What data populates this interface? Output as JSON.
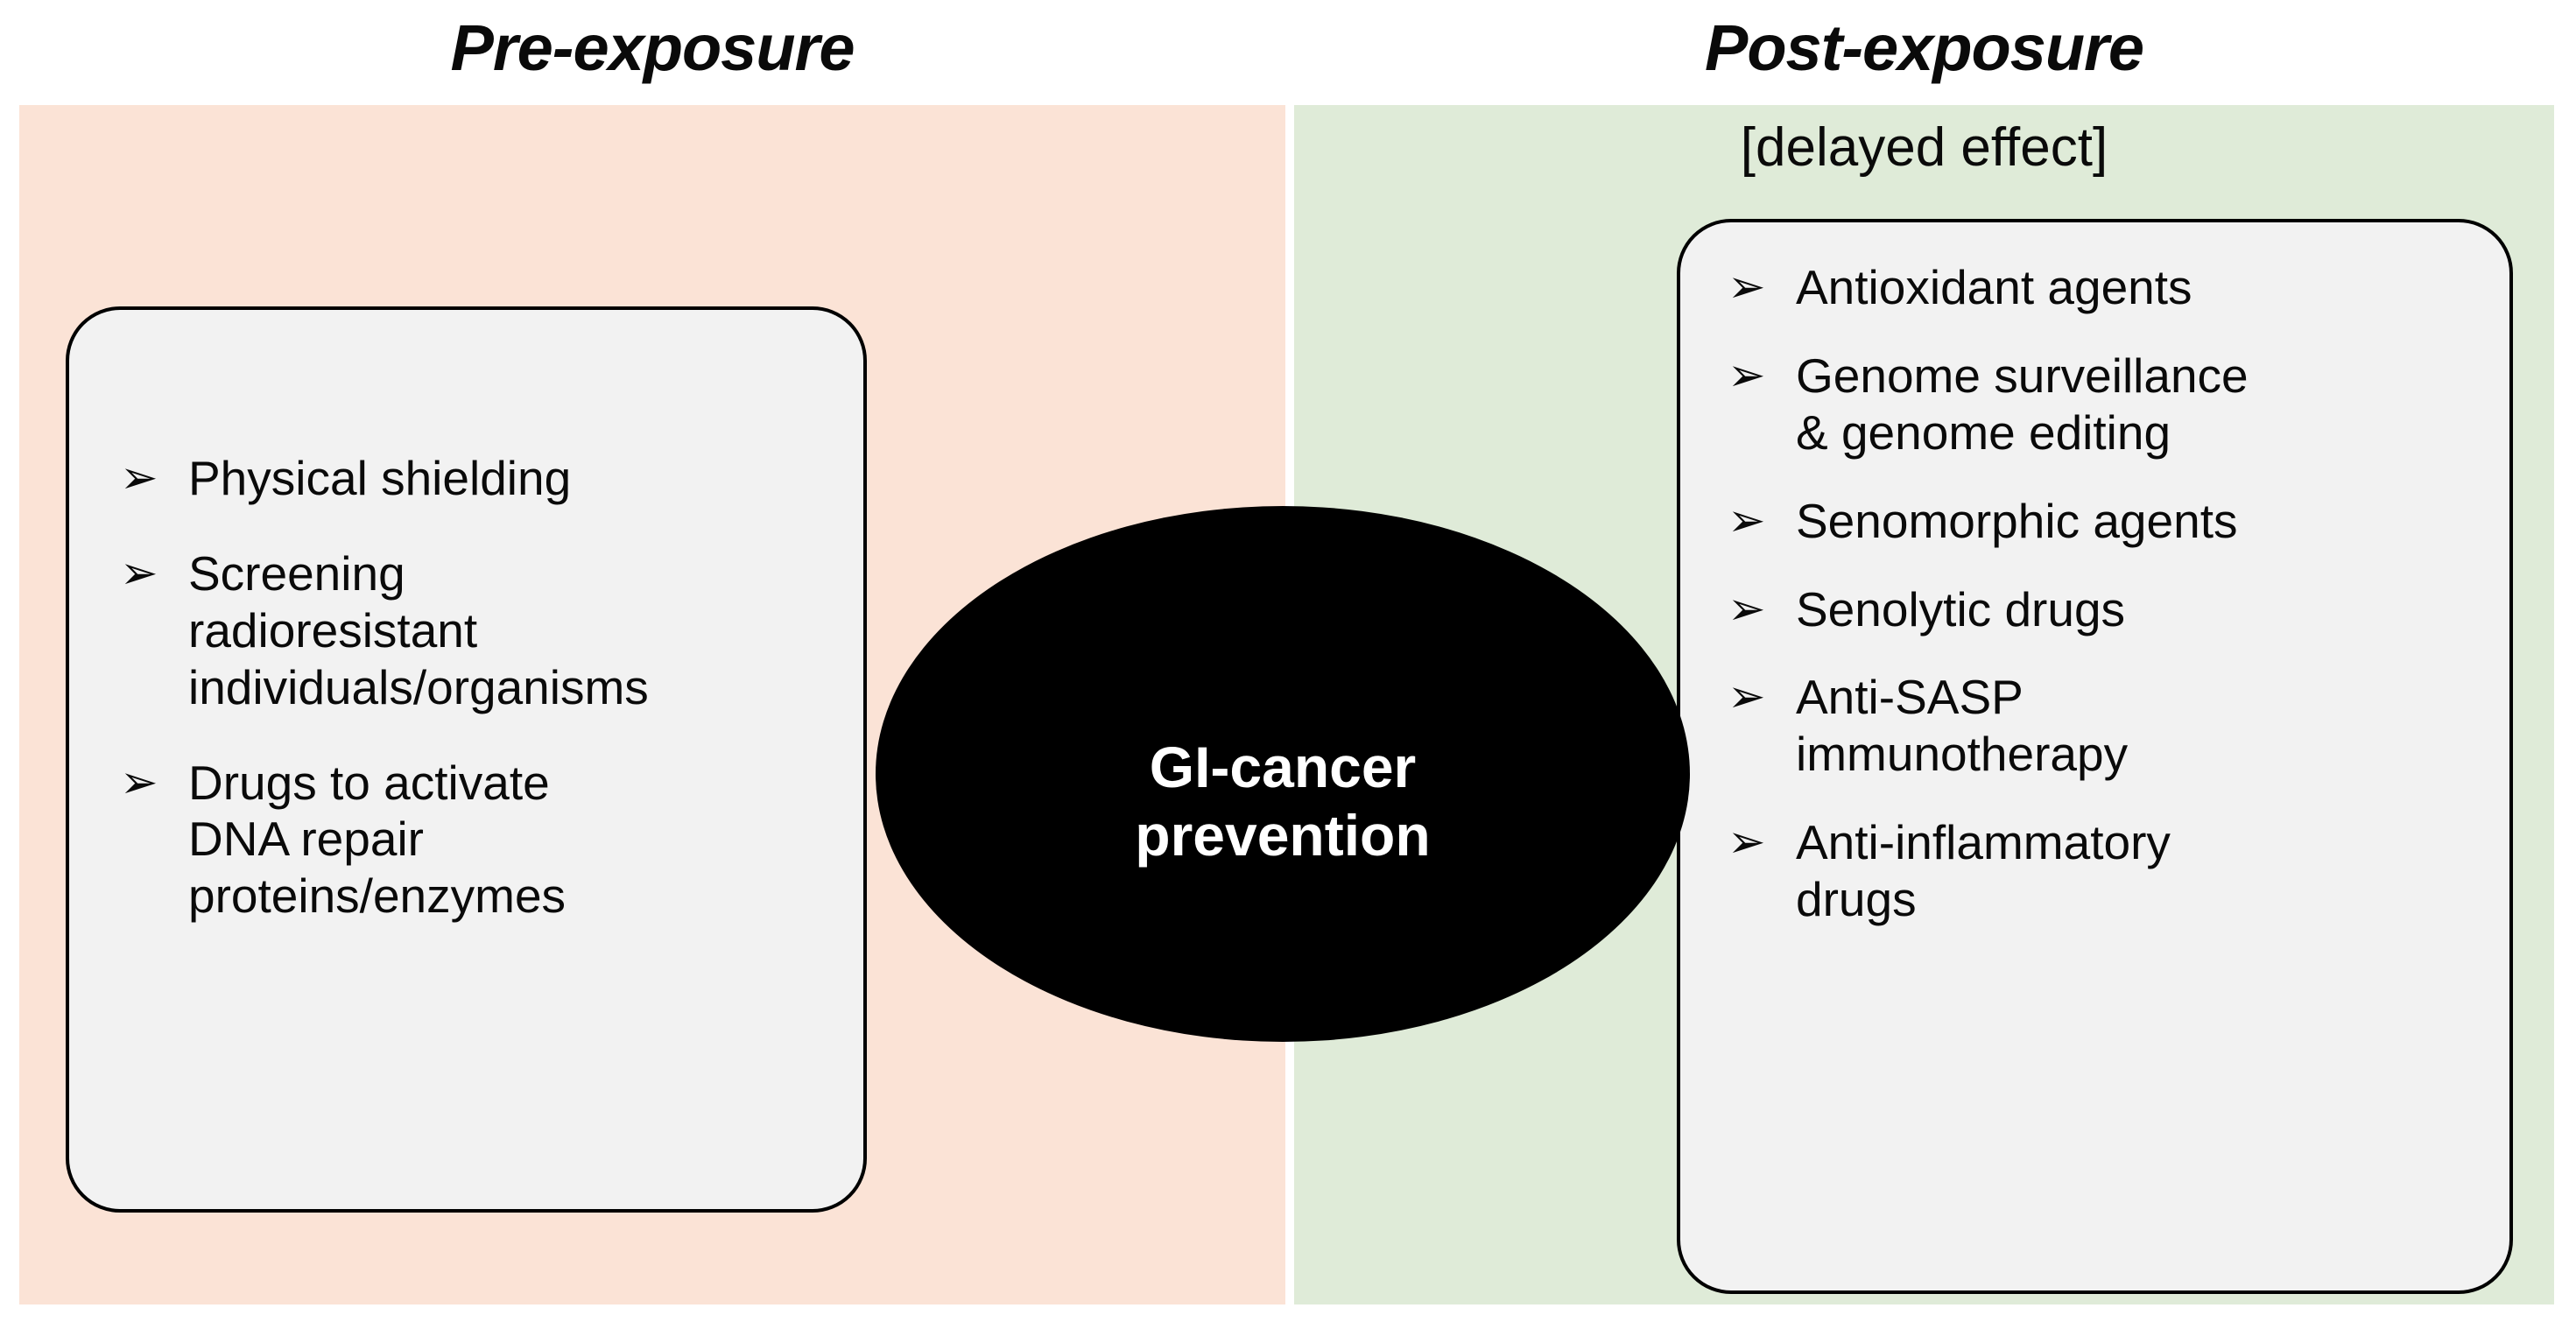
{
  "figure": {
    "bullet_marker": "➢",
    "colors": {
      "pre_panel": "#FBE3D6",
      "post_panel": "#DFEBD8",
      "box_fill": "#F2F2F2",
      "box_border": "#000000",
      "ellipse_fill": "#000000",
      "ellipse_text": "#FFFFFF",
      "text": "#0A0A0A",
      "background": "#FFFFFF"
    }
  },
  "pre": {
    "header": "Pre-exposure",
    "items": [
      "Physical shielding",
      "Screening\nradioresistant\nindividuals/organisms",
      "Drugs to activate\nDNA repair\nproteins/enzymes"
    ]
  },
  "post": {
    "header": "Post-exposure",
    "subcaption": "[delayed effect]",
    "items": [
      "Antioxidant agents",
      "Genome surveillance\n& genome editing",
      "Senomorphic agents",
      "Senolytic drugs",
      "Anti-SASP\nimmunotherapy",
      "Anti-inflammatory\ndrugs"
    ]
  },
  "center": {
    "label": "GI-cancer\nprevention"
  }
}
